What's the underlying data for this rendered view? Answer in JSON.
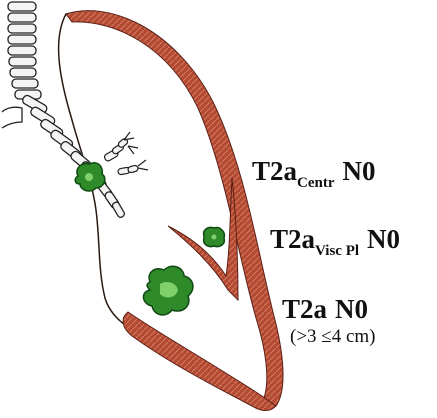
{
  "labels": {
    "central": {
      "main": "T2a",
      "sub": "Centr",
      "tail": "N0"
    },
    "visceral_pleura": {
      "main": "T2a",
      "sub": "Visc Pl",
      "tail": "N0"
    },
    "size": {
      "main": "T2a",
      "tail": "N0",
      "range": "(>3 ≤4 cm)"
    }
  },
  "colors": {
    "pleura": "#b54a32",
    "pleura_dark": "#8a2f20",
    "tumor": "#2f8a2a",
    "tumor_dark": "#0f4a12",
    "outline": "#2a1a14",
    "airway_fill": "#f4f4f4",
    "airway_stroke": "#222222"
  }
}
